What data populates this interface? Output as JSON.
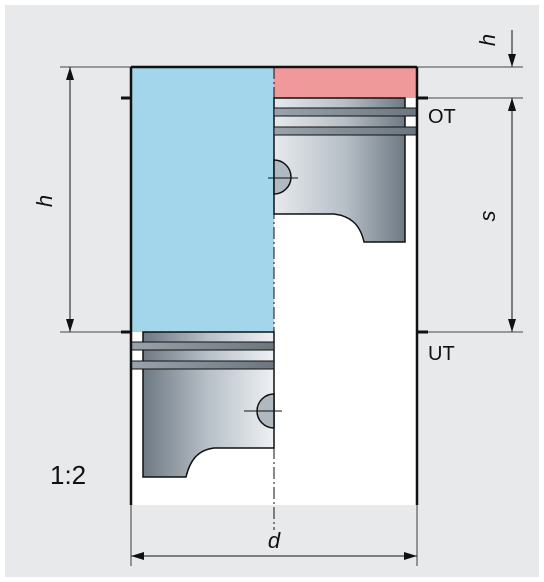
{
  "labels": {
    "h_top": "h",
    "h_left": "h",
    "s": "s",
    "ot": "OT",
    "ut": "UT",
    "d": "d",
    "scale": "1:2"
  },
  "colors": {
    "background": "#e8e9ea",
    "cylinder": "#a3d6eb",
    "compression": "#f0999a",
    "piston_dark": "#7a8590",
    "piston_light": "#e4e8ec",
    "line": "#111111"
  }
}
